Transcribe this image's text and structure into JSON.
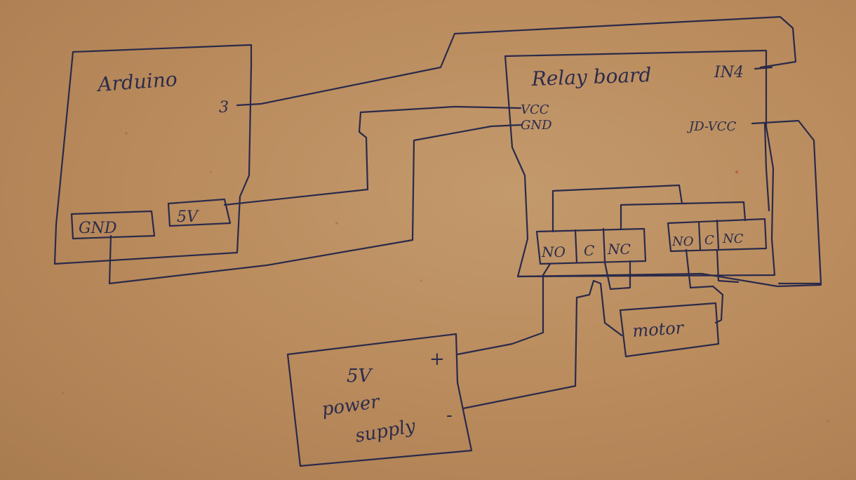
{
  "arduino": {
    "title": "Arduino",
    "pin3": "3",
    "gnd": "GND",
    "v5": "5V"
  },
  "relay": {
    "title": "Relay board",
    "in4": "IN4",
    "vcc": "VCC",
    "gnd": "GND",
    "jd_vcc": "JD-VCC",
    "ch1": {
      "no": "NO",
      "c": "C",
      "nc": "NC"
    },
    "ch2": {
      "no": "NO",
      "c": "C",
      "nc": "NC"
    }
  },
  "motor": {
    "label": "motor"
  },
  "psu": {
    "line1": "5V",
    "line2": "power",
    "line3": "supply",
    "plus": "+",
    "minus": "-"
  },
  "colors": {
    "paper": "#b8895b",
    "ink": "#2a2a4a"
  }
}
